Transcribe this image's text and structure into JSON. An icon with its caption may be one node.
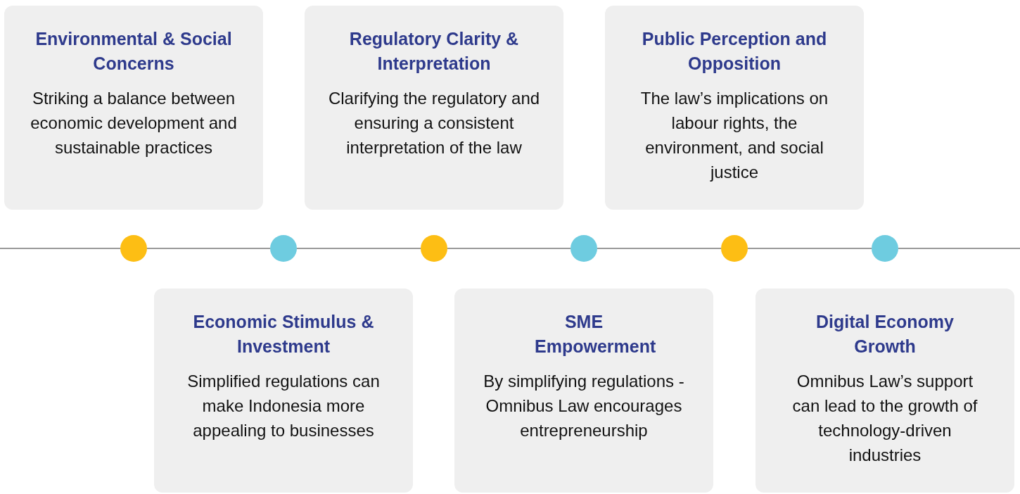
{
  "diagram": {
    "nodes": [
      {
        "text": [
          "Environmental & Social Concerns",
          "Striking a balance between economic development and sustainable practices"
        ]
      },
      {
        "text": [
          "Economic Stimulus & Investment",
          "Simplified regulations can make Indonesia more appealing to businesses"
        ]
      },
      {
        "text": [
          "Regulatory Clarity & Interpretation",
          "Clarifying the regulatory and ensuring a consistent interpretation of the law"
        ]
      },
      {
        "text": [
          "SME Empowerment",
          "By simplifying regulations - Omnibus Law encourages entrepreneurship"
        ]
      },
      {
        "text": [
          "Public Perception and Opposition",
          "The law’s implications on labour rights, the environment, and social justice"
        ]
      },
      {
        "text": [
          "Digital Economy Growth",
          "Omnibus Law’s support can lead to the growth of technology-driven industries"
        ]
      },
      {
        "text": [],
        "shape": "circle"
      },
      {
        "text": [],
        "shape": "circle"
      },
      {
        "text": [],
        "shape": "circle"
      },
      {
        "text": [],
        "shape": "circle"
      },
      {
        "text": [],
        "shape": "circle"
      },
      {
        "text": [],
        "shape": "circle"
      }
    ],
    "edges": [
      {
        "from": null,
        "to": 6,
        "arrow": "none"
      },
      {
        "from": 6,
        "to": 7,
        "arrow": "none"
      },
      {
        "from": 7,
        "to": 8,
        "arrow": "none"
      },
      {
        "from": 8,
        "to": 9,
        "arrow": "none"
      },
      {
        "from": 9,
        "to": 10,
        "arrow": "none"
      },
      {
        "from": 10,
        "to": 11,
        "arrow": "none"
      },
      {
        "from": 11,
        "to": null,
        "arrow": "none"
      }
    ]
  }
}
